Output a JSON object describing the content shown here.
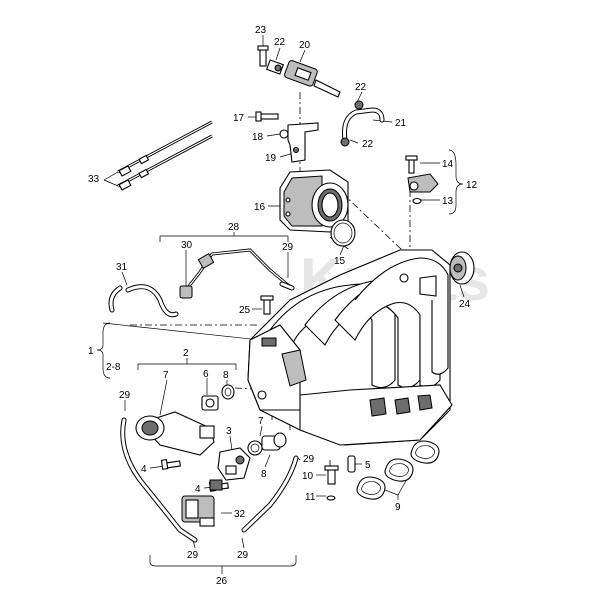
{
  "watermark": "Kparts",
  "callouts": {
    "c1": "1",
    "c2": "2",
    "c2_8": "2-8",
    "c3": "3",
    "c4a": "4",
    "c4b": "4",
    "c5": "5",
    "c6": "6",
    "c7a": "7",
    "c7b": "7",
    "c8a": "8",
    "c8b": "8",
    "c9": "9",
    "c10": "10",
    "c11": "11",
    "c12": "12",
    "c13": "13",
    "c14": "14",
    "c15": "15",
    "c16": "16",
    "c17": "17",
    "c18": "18",
    "c19": "19",
    "c20": "20",
    "c21": "21",
    "c22a": "22",
    "c22b": "22",
    "c22c": "22",
    "c23": "23",
    "c24": "24",
    "c25": "25",
    "c26": "26",
    "c28": "28",
    "c29a": "29",
    "c29b": "29",
    "c29c": "29",
    "c29d": "29",
    "c29e": "29",
    "c30": "30",
    "c31": "31",
    "c32": "32",
    "c33": "33"
  }
}
